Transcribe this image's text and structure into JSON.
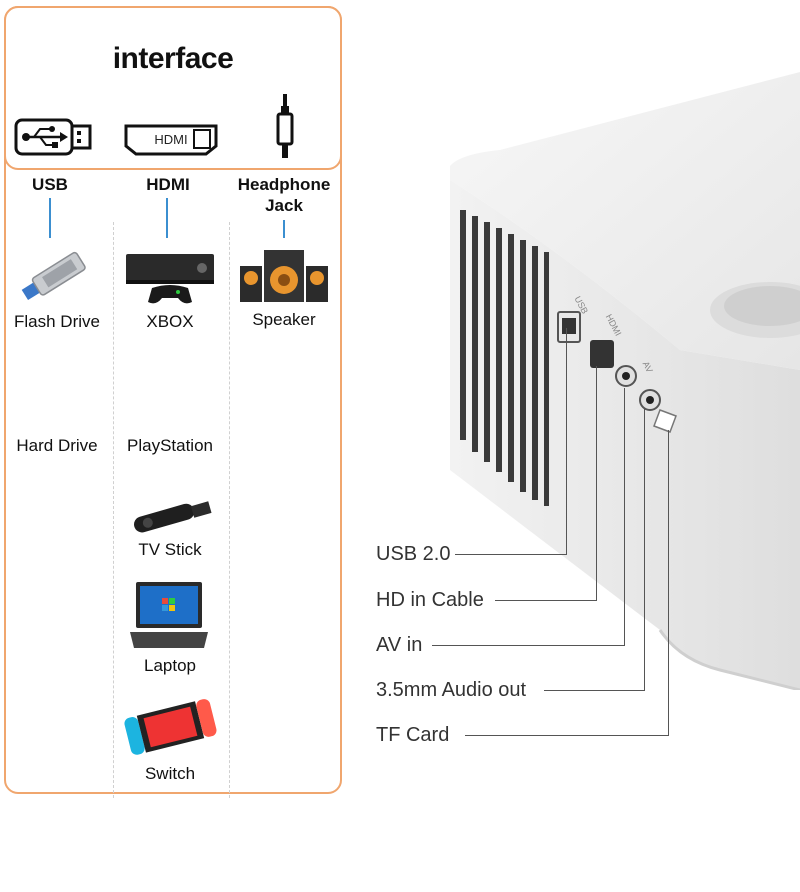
{
  "panel": {
    "title": "interface",
    "columns": [
      {
        "header": "USB",
        "icon": "usb-icon"
      },
      {
        "header": "HDMI",
        "icon": "hdmi-icon"
      },
      {
        "header": "Headphone\nJack",
        "icon": "headphone-jack-icon"
      }
    ],
    "usb_devices": [
      "Flash Drive",
      "Hard Drive"
    ],
    "hdmi_devices": [
      "XBOX",
      "PlayStation",
      "TV Stick",
      "Laptop",
      "Switch"
    ],
    "jack_devices": [
      "Speaker"
    ],
    "hdmi_plug_text": "HDMI"
  },
  "projector": {
    "port_labels": [
      "USB",
      "HDMI",
      "AV"
    ],
    "callouts": [
      "USB 2.0",
      "HD in Cable",
      "AV in",
      "3.5mm Audio out",
      "TF Card"
    ]
  },
  "colors": {
    "accent": "#f0a66e",
    "connector_line": "#3b8fd0"
  }
}
